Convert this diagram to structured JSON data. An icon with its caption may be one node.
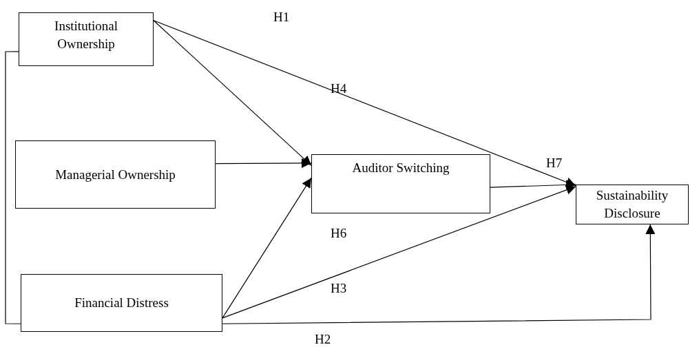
{
  "diagram": {
    "nodes": [
      {
        "text": [
          "Institutional Ownership"
        ]
      },
      {
        "text": [
          "Managerial Ownership"
        ]
      },
      {
        "text": [
          "Auditor Switching"
        ]
      },
      {
        "text": [
          "Sustainability Disclosure"
        ]
      },
      {
        "text": [
          "Financial Distress"
        ]
      }
    ],
    "edges": [
      {
        "from": 0,
        "to": 2,
        "arrow": "to"
      },
      {
        "from": 0,
        "to": 3,
        "arrow": "to"
      },
      {
        "from": 1,
        "to": 2,
        "arrow": "to"
      },
      {
        "from": 2,
        "to": 3,
        "arrow": "to"
      },
      {
        "from": 4,
        "to": 2,
        "arrow": "to"
      },
      {
        "from": 4,
        "to": 3,
        "arrow": "to"
      },
      {
        "from": 4,
        "to": 3,
        "arrow": "to"
      },
      {
        "from": 0,
        "to": 4,
        "arrow": "none"
      }
    ],
    "labels": [
      "H1",
      "H4",
      "H7",
      "H6",
      "H3",
      "H2"
    ]
  }
}
